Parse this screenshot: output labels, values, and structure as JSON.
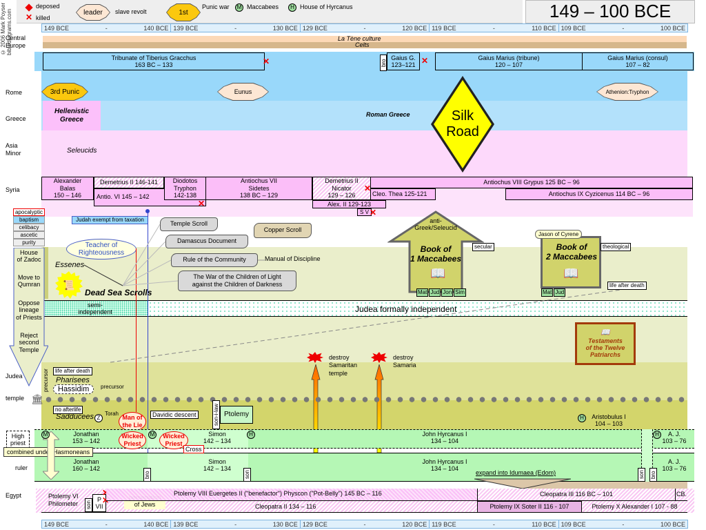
{
  "copyright": "© 2006 Mark Poyser  biblediagrams.com",
  "legend": {
    "deposed": "deposed",
    "killed": "killed",
    "leader": "leader",
    "slave_revolt": "slave revolt",
    "punic_num": "1st",
    "punic_war": "Punic war",
    "maccabees_badge": "M",
    "maccabees": "Maccabees",
    "hyrcanus_badge": "H",
    "hyrcanus": "House of Hyrcanus"
  },
  "title": "149 – 100 BCE",
  "ruler_segments": [
    {
      "start": "149 BCE",
      "mid": "-",
      "end": "140 BCE"
    },
    {
      "start": "139 BCE",
      "mid": "-",
      "end": "130 BCE"
    },
    {
      "start": "129 BCE",
      "mid": "-",
      "end": "120 BCE"
    },
    {
      "start": "119 BCE",
      "mid": "-",
      "end": "110 BCE"
    },
    {
      "start": "109 BCE",
      "mid": "-",
      "end": "100 BCE"
    }
  ],
  "rows": {
    "central_europe": "Central\nEurope",
    "rome": "Rome",
    "greece": "Greece",
    "asia_minor": "Asia\nMinor",
    "syria": "Syria",
    "judea": "Judea",
    "temple": "temple",
    "high_priest": "High\npriest",
    "ruler": "ruler",
    "egypt": "Egypt"
  },
  "europe": {
    "culture": "La Tène culture",
    "people": "Celts"
  },
  "rome": {
    "tiberius": "Tribunate of Tiberius Gracchus\n163 BC – 133",
    "gaius_bro": "bro",
    "gaius": "Gaius G.\n123–121",
    "marius_tribune": "Gaius Marius (tribune)\n120 – 107",
    "marius_consul": "Gaius Marius (consul)\n107 – 82",
    "punic3": "3rd Punic",
    "eunus": "Eunus",
    "athenion": "Athenion:Tryphon"
  },
  "greece": {
    "hellenistic": "Hellenistic\nGreece",
    "roman": "Roman Greece"
  },
  "silk_road": "Silk\nRoad",
  "asia_minor": {
    "seleucids": "Seleucids"
  },
  "syria": {
    "balas": "Alexander\nBalas\n150 – 146",
    "demetrius2a": "Demetrius II 146-141",
    "antio6": "Antio. VI 145 – 142",
    "tryphon": "Diodotos\nTryphon\n142-138",
    "antio7": "Antiochus VII\nSidetes\n138 BC – 129",
    "demetrius2b": "Demetrius II\nNicator\n129 – 126",
    "alex2": "Alex. II 129-123",
    "sv": "S V",
    "cleo_thea": "Cleo. Thea 125-121",
    "antio8": "Antiochus VIII Grypus   125 BC – 96",
    "antio9": "Antiochus IX Cyzicenus   114 BC – 96"
  },
  "sects": {
    "traits": [
      "apocalyptic",
      "baptism",
      "celibacy",
      "ascetic",
      "purity"
    ],
    "arrow_items": [
      "House\nof Zadoc",
      "Move to\nQumran",
      "Oppose\nlineage\nof Priests",
      "Reject\nsecond\nTemple"
    ],
    "teacher": "Teacher of\nRighteousness",
    "essenes": "Essenes",
    "dss": "Dead Sea Scrolls",
    "judah_exempt": "Judah exempt from taxation",
    "pharisees": "Pharisees",
    "hassidim": "Hassidim",
    "precursor": "precursor",
    "precursor_v": "precursor",
    "life_after_death": "life after death",
    "no_afterlife": "no afterlife",
    "sadducees": "Sadducees",
    "z_badge": "Z",
    "torah": "Torah",
    "man_of_lie": "Man of\nthe Lie",
    "wicked1": "Wicked\nPriest",
    "wicked2": "Wicked\nPriest",
    "cross": "Cross",
    "davidic": "Davidic descent",
    "son_in_law": "son-i-law",
    "ptolemy": "Ptolemy"
  },
  "scrolls": {
    "temple": "Temple Scroll",
    "damascus": "Damascus Document",
    "community": "Rule of the Community",
    "manual": "Manual of Discipline",
    "war": "The War of the Children of Light\nagainst the Children of Darkness",
    "copper": "Copper Scroll"
  },
  "books": {
    "m1_top": "anti-\nGreek/Seleucid",
    "m1": "Book of\n1 Maccabees",
    "secular": "secular",
    "m1_tags": [
      "Mat",
      "Jud",
      "Jon",
      "Sim"
    ],
    "jason": "Jason of Cyrene",
    "m2": "Book of\n2 Maccabees",
    "theological": "theological",
    "m2_tags": [
      "Mat",
      "Jud"
    ],
    "life_after_death": "life after death",
    "testaments": "Testaments\nof the Twelve\nPatriarchs"
  },
  "judea": {
    "semi": "semi-\nindependent",
    "independent": "Judea formally independent",
    "destroy1": "destroy\nSamaritan\ntemple",
    "destroy2": "destroy\nSamaria"
  },
  "hasmoneans": {
    "combined": "combined under Hasmoneans",
    "hp_jonathan": "Jonathan\n153 – 142",
    "hp_simon": "Simon\n142 – 134",
    "hp_john": "John Hyrcanus I\n134 – 104",
    "hp_aj": "A. J.\n103 – 76",
    "aristobulus": "Aristobulus I\n104 – 103",
    "r_jonathan": "Jonathan\n160 – 142",
    "r_simon": "Simon\n142 – 134",
    "r_john": "John Hyrcanus I\n134 – 104",
    "r_aj": "A. J.\n103 – 76",
    "edom": "expand into Idumaea (Edom)",
    "bro": "bro",
    "son": "son"
  },
  "egypt": {
    "ptolemy6": "Ptolemy VI\nPhilometer",
    "son": "son",
    "p7": "P\nVII",
    "persecution": "persecution\nof Jews",
    "ptolemy8": "Ptolemy VIII Euergetes II (\"benefactor\") Physcon (\"Pot-Belly\") 145 BC – 116",
    "cleopatra2": "Cleopatra II  134 – 116",
    "cleopatra3": "Cleopatra III  116 BC – 101",
    "cb": "CB.",
    "ptolemy9": "Ptolemy IX Soter II 116 - 107",
    "ptolemy10": "Ptolemy X Alexander I 107 - 88"
  },
  "colors": {
    "rome": "#99d8fa",
    "greece_roman": "#b3e1fb",
    "hellenistic": "#fcc0fa",
    "seleucid": "#fdd9fb",
    "syria_box": "#fbbef8",
    "judea": "#eaeecb",
    "judea_mid": "#dfe29a",
    "hasmonean": "#b5f7b5",
    "killed": "#ee0000"
  }
}
